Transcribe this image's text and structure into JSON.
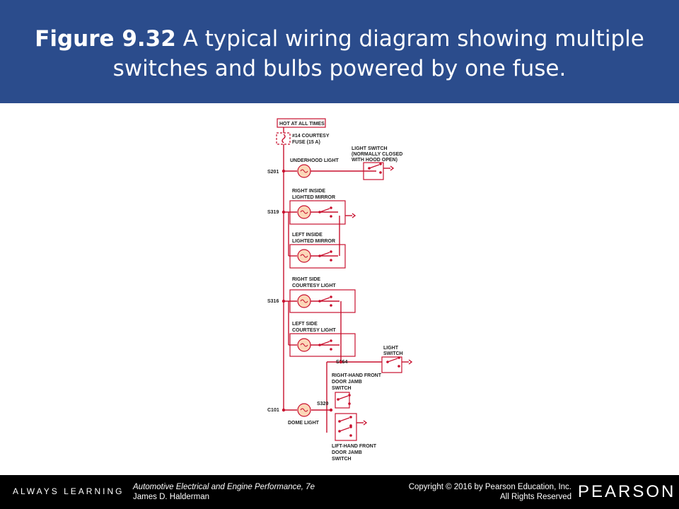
{
  "header": {
    "figure_number": "Figure 9.32",
    "caption": "A typical wiring diagram showing multiple switches and bulbs powered by one fuse."
  },
  "diagram": {
    "hot_label": "HOT AT ALL TIMES",
    "fuse_label_1": "#14 COURTESY",
    "fuse_label_2": "FUSE (15 A)",
    "splices": [
      "S201",
      "S319",
      "S316",
      "C101",
      "S364",
      "S320"
    ],
    "underhood_light": "UNDERHOOD LIGHT",
    "hood_switch": [
      "LIGHT SWITCH",
      "(NORMALLY CLOSED",
      "WITH HOOD OPEN)"
    ],
    "right_mirror": [
      "RIGHT INSIDE",
      "LIGHTED MIRROR"
    ],
    "left_mirror": [
      "LEFT INSIDE",
      "LIGHTED MIRROR"
    ],
    "right_courtesy": [
      "RIGHT SIDE",
      "COURTESY LIGHT"
    ],
    "left_courtesy": [
      "LEFT SIDE",
      "COURTESY LIGHT"
    ],
    "light_switch": [
      "LIGHT",
      "SWITCH"
    ],
    "rh_door_switch": [
      "RIGHT-HAND FRONT",
      "DOOR JAMB",
      "SWITCH"
    ],
    "dome_light": "DOME LIGHT",
    "lh_door_switch": [
      "LIFT-HAND FRONT",
      "DOOR JAMB",
      "SWITCH"
    ]
  },
  "footer": {
    "brand_tagline": "ALWAYS LEARNING",
    "book_title": "Automotive Electrical and Engine Performance, 7e",
    "author": "James D. Halderman",
    "copyright": "Copyright © 2016 by Pearson Education, Inc.",
    "rights": "All Rights Reserved",
    "logo": "PEARSON"
  },
  "colors": {
    "header_bg": "#2b4c8c",
    "wire": "#c8102e",
    "bulb_fill": "#fbd7b8",
    "footer_bg": "#000000"
  }
}
